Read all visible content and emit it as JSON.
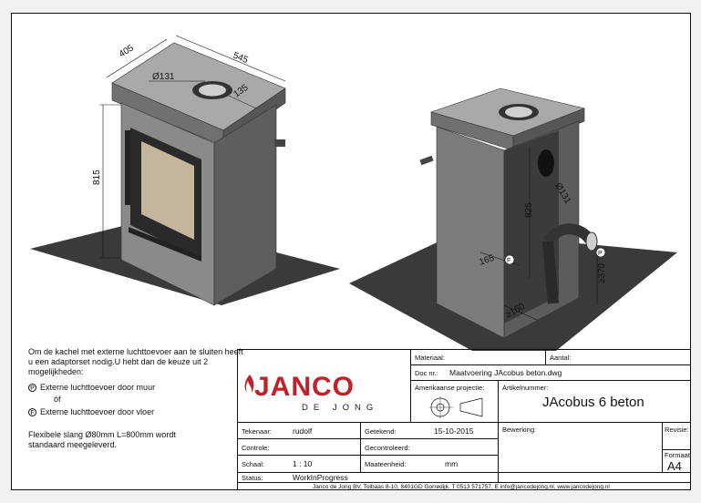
{
  "drawing": {
    "left_view": {
      "dim_depth": "405",
      "dim_width": "545",
      "dim_flue_dia": "Ø131",
      "dim_flue_offset": "135",
      "dim_height": "815"
    },
    "right_view": {
      "dim_inlet_height": "825",
      "dim_inlet_dia": "Ø131",
      "dim_floor_offset": "165",
      "dim_floor_mark": "F",
      "dim_wall_height": "≥370",
      "dim_wall_mark": "P",
      "dim_bottom": "≥150"
    }
  },
  "notes": {
    "intro": "Om de kachel met externe luchttoevoer aan te sluiten heeft u een adaptorset nodig.U hebt dan de keuze uit 2 mogelijkheden:",
    "option1_mark": "P",
    "option1": "Externe luchttoevoer door muur",
    "or": "óf",
    "option2_mark": "F",
    "option2": "Externe luchttoevoer door vloer",
    "hose": "Flexibele slang Ø80mm L=800mm wordt standaard meegeleverd."
  },
  "titleblock": {
    "logo_main": "JANCO",
    "logo_sub": "DE JONG",
    "materiaal_label": "Materiaal:",
    "aantal_label": "Aantal:",
    "docnr_label": "Doc nr.:",
    "docnr_value": "Maatvoering JAcobus beton.dwg",
    "projectie_label": "Amerikaanse projectie:",
    "artikel_label": "Artikelnummer:",
    "title": "JAcobus 6 beton",
    "tekenaar_label": "Tekenaar:",
    "tekenaar_value": "rudolf",
    "getekend_label": "Getekend:",
    "getekend_value": "15-10-2015",
    "bewerking_label": "Bewerking:",
    "revisie_label": "Revisie:",
    "controle_label": "Controle:",
    "gecontroleerd_label": "Gecontroleerd:",
    "schaal_label": "Schaal:",
    "schaal_value": "1 : 10",
    "maateenheid_label": "Maateenheid:",
    "maateenheid_value": "mm",
    "formaat_label": "Formaat:",
    "formaat_value": "A4",
    "status_label": "Status:",
    "status_value": "WorkInProgress",
    "footer": "Janco de Jong BV, Tolbaas 8-10, 8401GD Gorredijk. T 0513 571757, E info@jancodejong.nl, www.jancodejong.nl"
  }
}
